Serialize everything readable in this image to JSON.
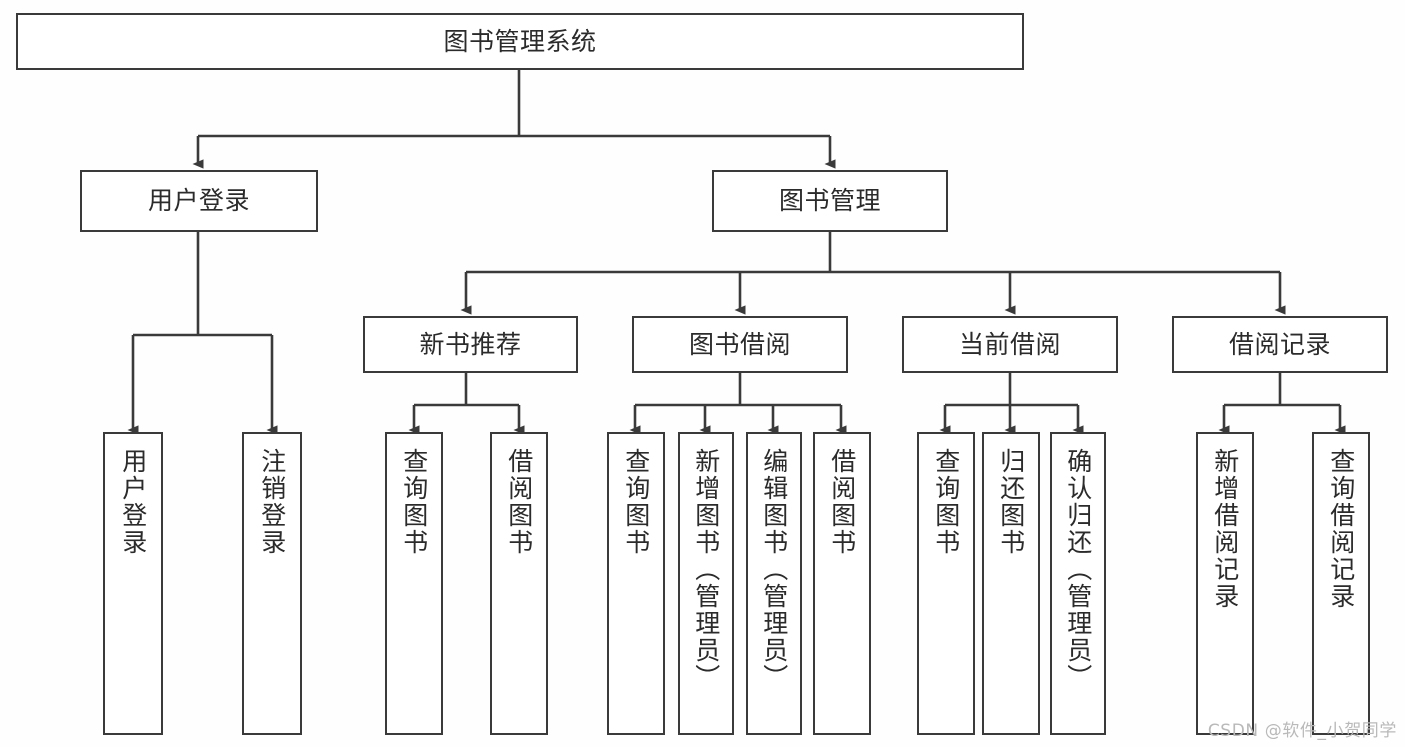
{
  "diagram": {
    "title": "图书管理系统",
    "watermark": "CSDN @软件_小贺同学",
    "line_color": "#3a3a3a",
    "box_border_color": "#3a3a3a",
    "box_fill_color": "#ffffff",
    "background_color": "#fefefe",
    "text_color": "#2b2b2b",
    "levels": {
      "level1": [
        {
          "id": "root",
          "label": "图书管理系统"
        }
      ],
      "level2": [
        {
          "id": "user-login",
          "label": "用户登录"
        },
        {
          "id": "book-manage",
          "label": "图书管理"
        }
      ],
      "level3": [
        {
          "id": "new-book-rec",
          "label": "新书推荐"
        },
        {
          "id": "book-borrow",
          "label": "图书借阅"
        },
        {
          "id": "current-borrow",
          "label": "当前借阅"
        },
        {
          "id": "borrow-record",
          "label": "借阅记录"
        }
      ],
      "level4": [
        {
          "id": "leaf-user-login",
          "label": "用户登录",
          "parent": "user-login"
        },
        {
          "id": "leaf-logout",
          "label": "注销登录",
          "parent": "user-login"
        },
        {
          "id": "leaf-query-book-1",
          "label": "查询图书",
          "parent": "new-book-rec"
        },
        {
          "id": "leaf-borrow-book-1",
          "label": "借阅图书",
          "parent": "new-book-rec"
        },
        {
          "id": "leaf-query-book-2",
          "label": "查询图书",
          "parent": "book-borrow"
        },
        {
          "id": "leaf-add-book",
          "label": "新增图书（管理员）",
          "parent": "book-borrow"
        },
        {
          "id": "leaf-edit-book",
          "label": "编辑图书（管理员）",
          "parent": "book-borrow"
        },
        {
          "id": "leaf-borrow-book-2",
          "label": "借阅图书",
          "parent": "book-borrow"
        },
        {
          "id": "leaf-query-book-3",
          "label": "查询图书",
          "parent": "current-borrow"
        },
        {
          "id": "leaf-return-book",
          "label": "归还图书",
          "parent": "current-borrow"
        },
        {
          "id": "leaf-confirm-return",
          "label": "确认归还（管理员）",
          "parent": "current-borrow"
        },
        {
          "id": "leaf-add-record",
          "label": "新增借阅记录",
          "parent": "borrow-record"
        },
        {
          "id": "leaf-query-record",
          "label": "查询借阅记录",
          "parent": "borrow-record"
        }
      ]
    }
  }
}
